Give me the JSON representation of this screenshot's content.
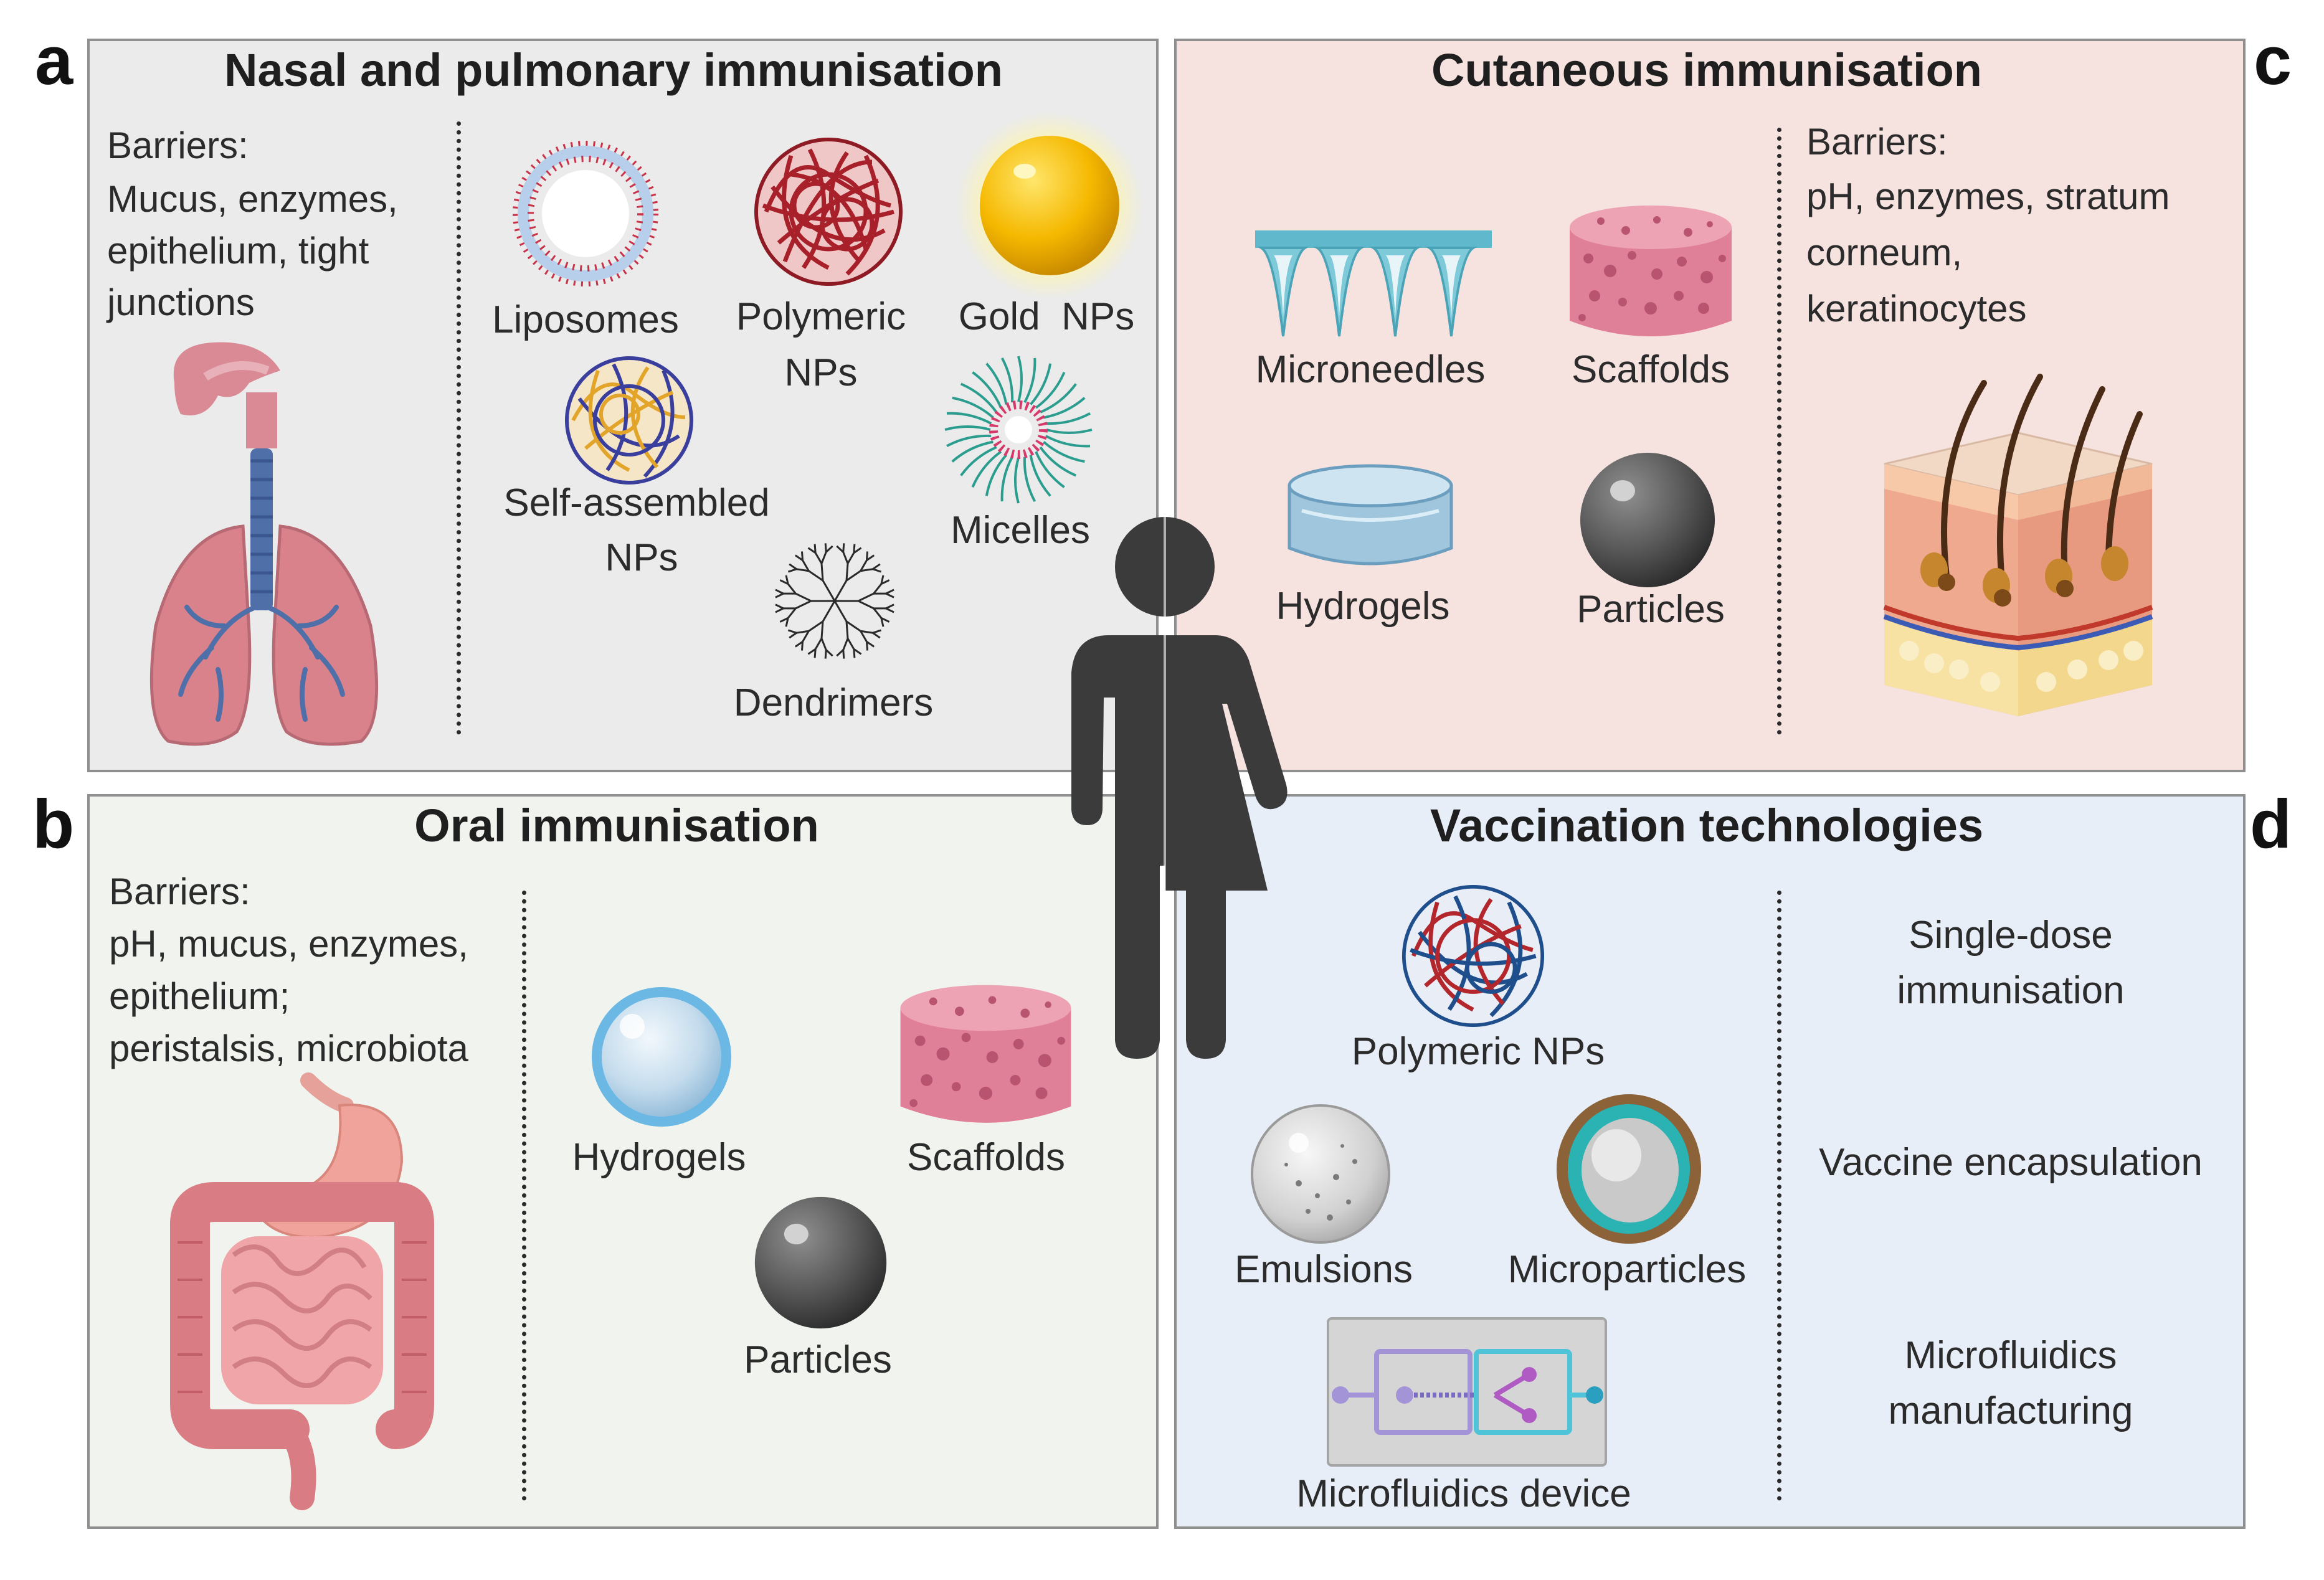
{
  "panels": {
    "a": {
      "letter": "a",
      "title": "Nasal and pulmonary immunisation",
      "barriers_heading": "Barriers:",
      "barriers_lines": [
        "Mucus, enzymes,",
        "epithelium, tight",
        "junctions"
      ],
      "organ_icon": "respiratory-system-icon",
      "items": {
        "liposomes": "Liposomes",
        "polymeric_nps_1": "Polymeric",
        "polymeric_nps_2": "NPs",
        "gold_nps": "Gold  NPs",
        "self_assembled_1": "Self-assembled",
        "self_assembled_2": "NPs",
        "micelles": "Micelles",
        "dendrimers": "Dendrimers"
      }
    },
    "b": {
      "letter": "b",
      "title": "Oral immunisation",
      "barriers_heading": "Barriers:",
      "barriers_lines": [
        "pH, mucus, enzymes,",
        "epithelium;",
        "peristalsis, microbiota"
      ],
      "organ_icon": "digestive-system-icon",
      "items": {
        "hydrogels": "Hydrogels",
        "scaffolds": "Scaffolds",
        "particles": "Particles"
      }
    },
    "c": {
      "letter": "c",
      "title": "Cutaneous immunisation",
      "barriers_heading": "Barriers:",
      "barriers_lines": [
        "pH, enzymes, stratum",
        "corneum,",
        "keratinocytes"
      ],
      "organ_icon": "skin-cross-section-icon",
      "items": {
        "microneedles": "Microneedles",
        "scaffolds": "Scaffolds",
        "hydrogels": "Hydrogels",
        "particles": "Particles"
      }
    },
    "d": {
      "letter": "d",
      "title": "Vaccination technologies",
      "items": {
        "polymeric_nps": "Polymeric NPs",
        "emulsions": "Emulsions",
        "microparticles": "Microparticles",
        "microfluidics_device": "Microfluidics device"
      },
      "applications": {
        "single_dose_1": "Single-dose",
        "single_dose_2": "immunisation",
        "encapsulation": "Vaccine encapsulation",
        "microfluidics_1": "Microfluidics",
        "microfluidics_2": "manufacturing"
      }
    }
  },
  "colors": {
    "panel_a_bg": "#ebebeb",
    "panel_b_bg": "#f1f4ee",
    "panel_c_bg": "#f6e3df",
    "panel_d_bg": "#e8eef8",
    "person": "#3b3b3b",
    "gold": "#f2b705",
    "polymer_red": "#b3262b",
    "pink_scaffold": "#e58aa0"
  },
  "center_icon": "person-icon"
}
